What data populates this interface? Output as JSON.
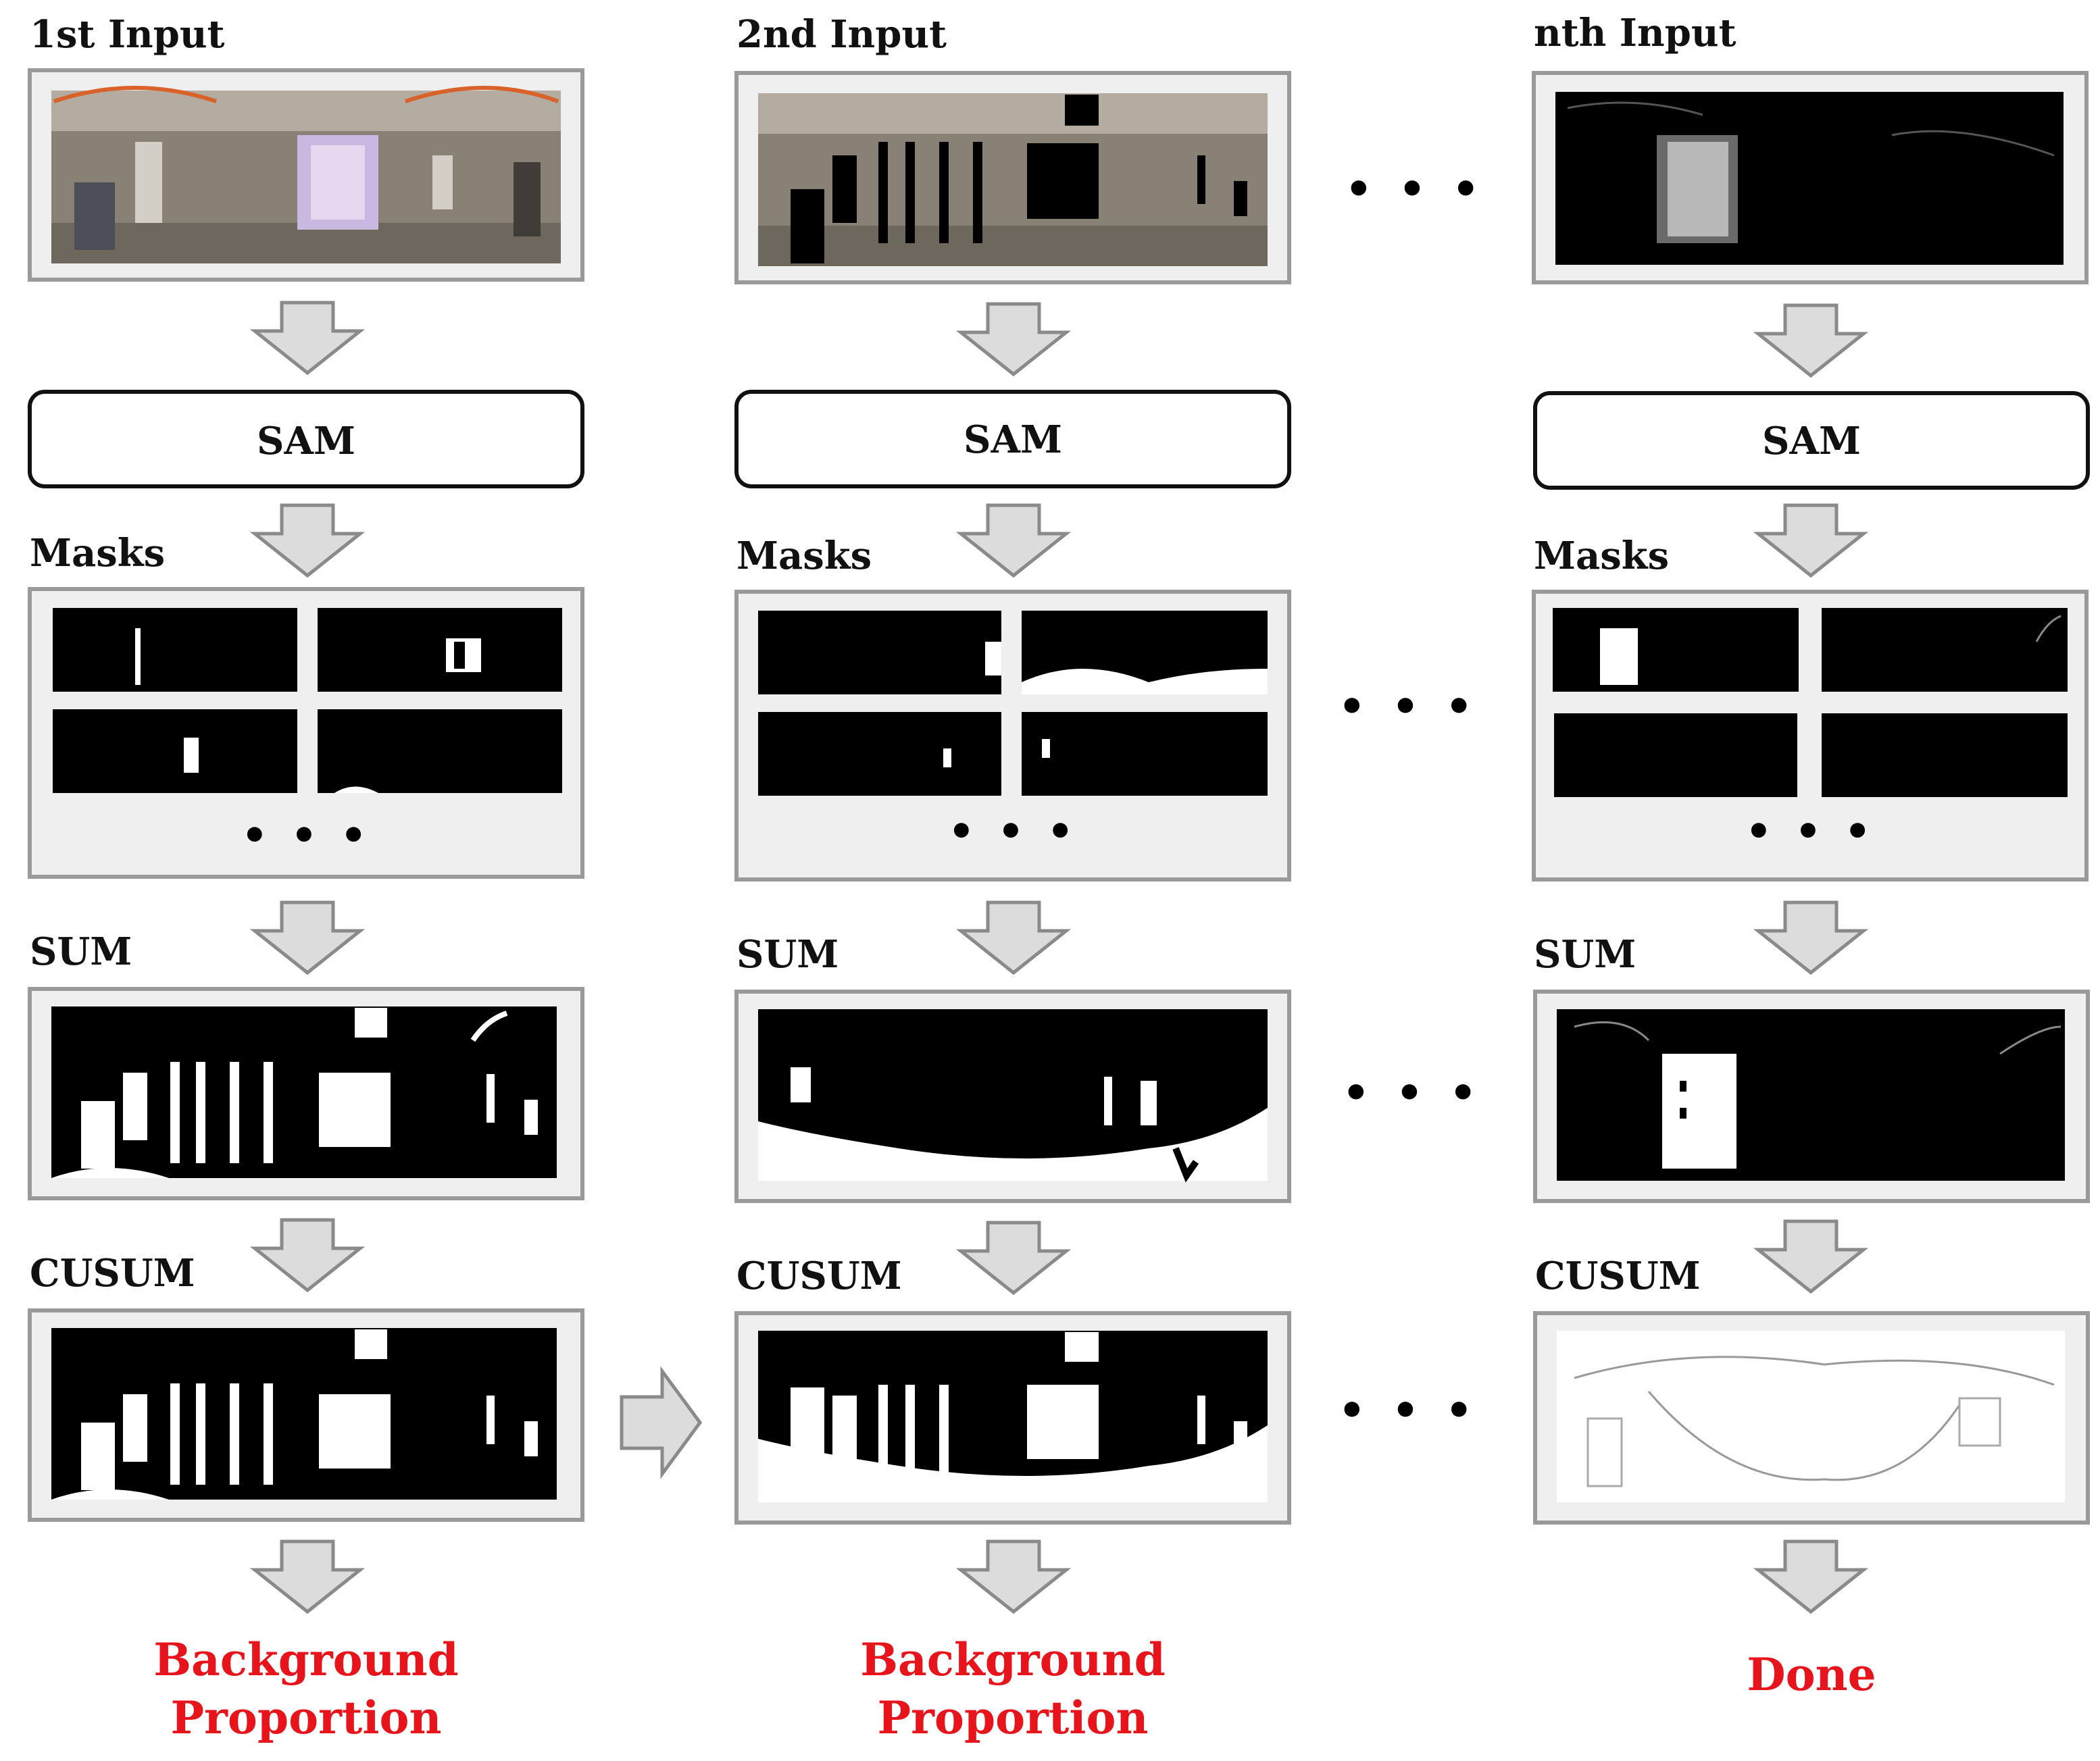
{
  "columns": [
    {
      "id": "col1",
      "input_label": "1st Input",
      "sam_label": "SAM",
      "masks_label": "Masks",
      "sum_label": "SUM",
      "cusum_label": "CUSUM",
      "result": [
        "Background",
        "Proportion"
      ]
    },
    {
      "id": "col2",
      "input_label": "2nd Input",
      "sam_label": "SAM",
      "masks_label": "Masks",
      "sum_label": "SUM",
      "cusum_label": "CUSUM",
      "result": [
        "Background",
        "Proportion"
      ]
    },
    {
      "id": "coln",
      "input_label": "nth Input",
      "sam_label": "SAM",
      "masks_label": "Masks",
      "sum_label": "SUM",
      "cusum_label": "CUSUM",
      "result": [
        "Done"
      ]
    }
  ],
  "ellipsis": "• • •",
  "colors": {
    "frame_fill": "#efefef",
    "frame_stroke": "#9a9a9a",
    "arrow_fill": "#dcdcdc",
    "arrow_stroke": "#8a8a8a",
    "result_text": "#e8141c",
    "label_text": "#111111"
  }
}
